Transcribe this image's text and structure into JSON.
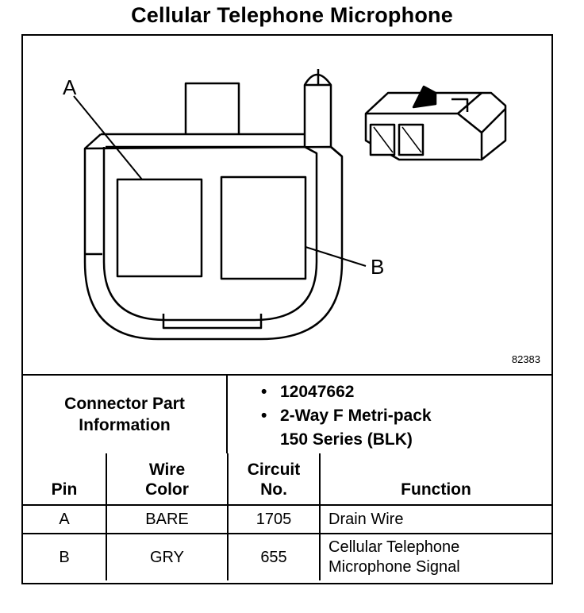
{
  "title": "Cellular Telephone Microphone",
  "figure_number": "82383",
  "callouts": {
    "a": "A",
    "b": "B"
  },
  "connector": {
    "label_line1": "Connector Part",
    "label_line2": "Information",
    "bullet": "•",
    "part_number": "12047662",
    "desc_line1": "2-Way F Metri-pack",
    "desc_line2": "150 Series (BLK)"
  },
  "table": {
    "headers": {
      "pin": "Pin",
      "wire_line1": "Wire",
      "wire_line2": "Color",
      "circuit_line1": "Circuit",
      "circuit_line2": "No.",
      "function": "Function"
    },
    "rows": [
      {
        "pin": "A",
        "wire_color": "BARE",
        "circuit": "1705",
        "function_line1": "Drain Wire",
        "function_line2": ""
      },
      {
        "pin": "B",
        "wire_color": "GRY",
        "circuit": "655",
        "function_line1": "Cellular Telephone",
        "function_line2": "Microphone Signal"
      }
    ]
  }
}
